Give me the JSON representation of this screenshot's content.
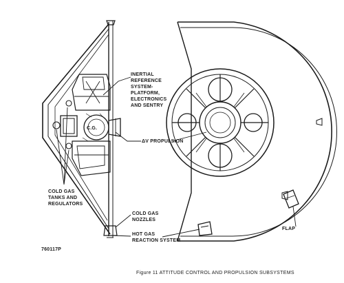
{
  "labels": {
    "inertial_reference": [
      "INERTIAL",
      "REFERENCE",
      "SYSTEM-",
      "PLATFORM,",
      "ELECTRONICS",
      "AND SENTRY"
    ],
    "cg": "C.G.",
    "delta_v": "ΔV PROPULSION",
    "cold_gas_tanks": [
      "COLD GAS",
      "TANKS AND",
      "REGULATORS"
    ],
    "cold_gas_nozzles": [
      "COLD GAS",
      "NOZZLES"
    ],
    "hot_gas": [
      "HOT GAS",
      "REACTION SYSTEM"
    ],
    "flap": "FLAP"
  },
  "drawing_number": "760117P",
  "caption": "Figure 11 ATTITUDE CONTROL AND PROPULSION SUBSYSTEMS"
}
